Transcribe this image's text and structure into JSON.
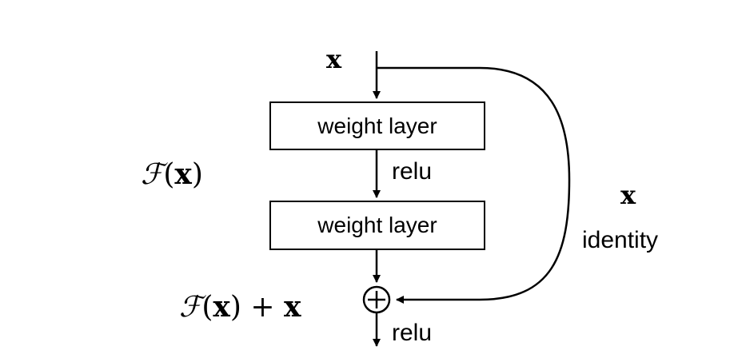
{
  "diagram": {
    "input_label": "x",
    "layer1_label": "weight layer",
    "layer2_label": "weight layer",
    "relu_middle": "relu",
    "relu_output": "relu",
    "residual_fn": {
      "symbol": "ℱ",
      "arg": "x"
    },
    "sum_expr": {
      "symbol": "ℱ",
      "arg": "x",
      "plus": "+",
      "skip": "x"
    },
    "identity_x": "x",
    "identity_label": "identity",
    "sum_symbol": "+"
  }
}
